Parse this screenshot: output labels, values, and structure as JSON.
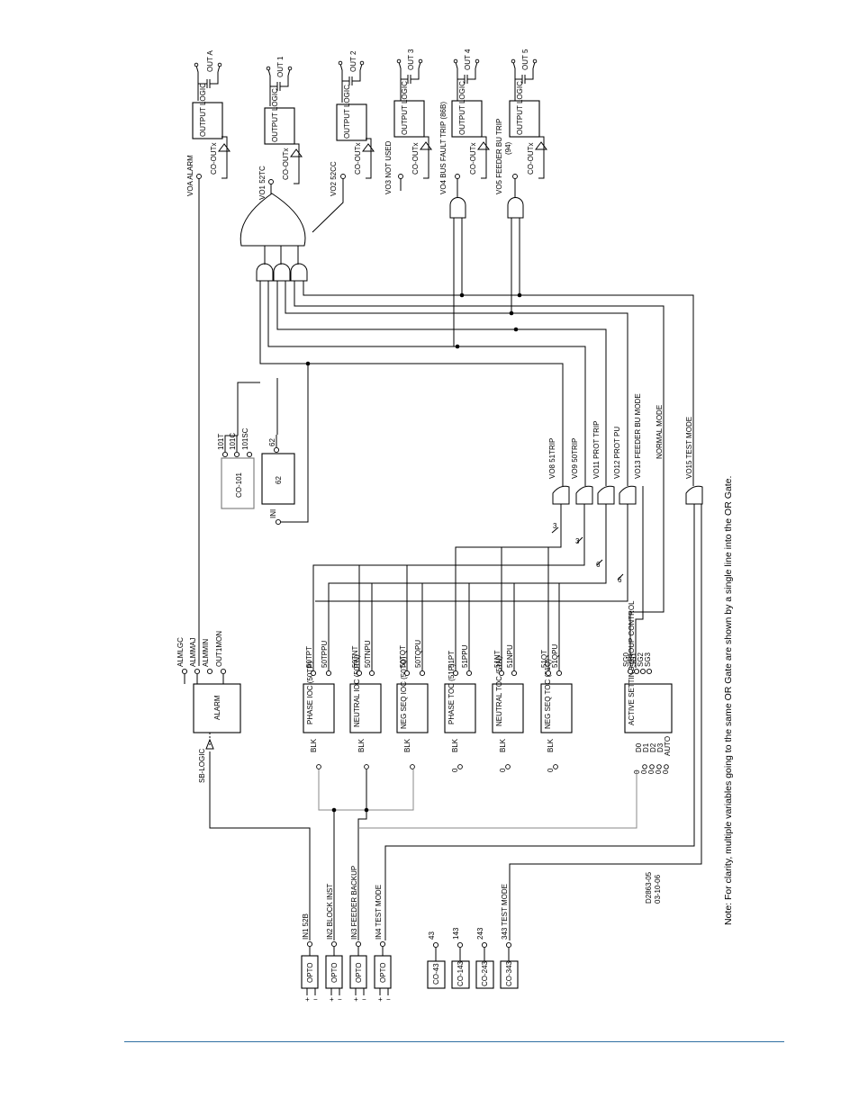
{
  "colors": {
    "line": "#000000",
    "rule": "#2f6fa3"
  },
  "outputs": [
    {
      "contact": "OUT A",
      "vo": "VOA ALARM"
    },
    {
      "contact": "OUT 1",
      "vo": "VO1 52TC"
    },
    {
      "contact": "OUT 2",
      "vo": "VO2 52CC"
    },
    {
      "contact": "OUT 3",
      "vo": "VO3 NOT USED"
    },
    {
      "contact": "OUT 4",
      "vo": "VO4 BUS FAULT TRIP (86B)"
    },
    {
      "contact": "OUT 5",
      "vo": "VO5 FEEDER BU TRIP",
      "vo_note": "(94)"
    }
  ],
  "output_logic_label": "OUTPUT LOGIC",
  "co_out_label": "CO-OUTx",
  "co101": {
    "name": "CO-101",
    "pins": [
      "101T",
      "101C",
      "101SC"
    ]
  },
  "b62": {
    "name": "62",
    "out": "62",
    "ini": "INI"
  },
  "virtual_outputs": [
    "VO8 51TRIP",
    "VO9 50TRIP",
    "VO11 PROT TRIP",
    "VO12 PROT PU",
    "VO13 FEEDER BU MODE",
    "NORMAL MODE",
    "VO15 TEST MODE"
  ],
  "bus_counts": [
    "3",
    "3",
    "6",
    "6"
  ],
  "alarm": {
    "name": "ALARM",
    "pins": [
      "ALMLGC",
      "ALMMAJ",
      "ALMMIN",
      "OUT1MON"
    ],
    "input": "SB-LOGIC"
  },
  "elements": [
    {
      "name": "PHASE IOC (50TP)",
      "pins": [
        "50TPT",
        "50TPPU"
      ],
      "blk": "BLK"
    },
    {
      "name": "NEUTRAL IOC (50TN)",
      "pins": [
        "50TNT",
        "50TNPU"
      ],
      "blk": "BLK"
    },
    {
      "name": "NEG SEQ IOC (50TQ)",
      "pins": [
        "50TQT",
        "50TQPU"
      ],
      "blk": "BLK"
    },
    {
      "name": "PHASE TOC (51P)",
      "pins": [
        "51PT",
        "51PPU"
      ],
      "blk": "BLK"
    },
    {
      "name": "NEUTRAL TOC (51N)",
      "pins": [
        "51NT",
        "51NPU"
      ],
      "blk": "BLK"
    },
    {
      "name": "NEG SEQ TOC (51Q)",
      "pins": [
        "51QT",
        "51QPU"
      ],
      "blk": "BLK"
    }
  ],
  "blk_zero": "0",
  "setting_group": {
    "name": "ACTIVE SETTING GROUP CONTROL",
    "outs": [
      "SG0",
      "SG1",
      "SG2",
      "SG3"
    ],
    "ins": [
      "D0",
      "D1",
      "D2",
      "D3",
      "AUTO"
    ],
    "zero": "0"
  },
  "inputs": [
    {
      "label": "IN1 52B",
      "type": "OPTO"
    },
    {
      "label": "IN2 BLOCK INST",
      "type": "OPTO"
    },
    {
      "label": "IN3 FEEDER BACKUP",
      "type": "OPTO"
    },
    {
      "label": "IN4 TEST MODE",
      "type": "OPTO"
    }
  ],
  "opto_plus": "+",
  "opto_minus": "−",
  "contacts": [
    {
      "label": "43",
      "name": "CO-43"
    },
    {
      "label": "143",
      "name": "CO-143"
    },
    {
      "label": "243",
      "name": "CO-243"
    },
    {
      "label": "343 TEST MODE",
      "name": "CO-343"
    }
  ],
  "drawing_id": "D2863-05",
  "drawing_date": "03-10-06",
  "note": "Note: For clarity, multiple variables going to the same OR Gate are shown by a single line into the OR Gate."
}
